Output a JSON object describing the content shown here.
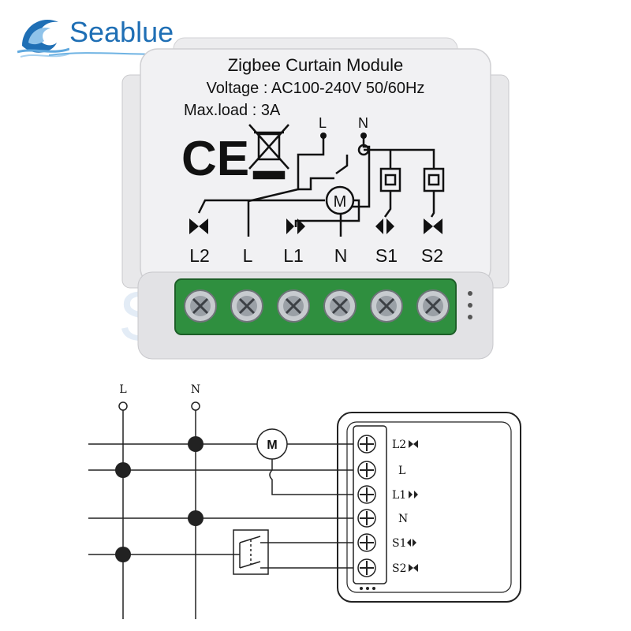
{
  "brand": {
    "name": "Seablue",
    "primary_color": "#1f6fb5",
    "watermark_color": "#e3ecf6"
  },
  "device": {
    "title": "Zigbee Curtain Module",
    "voltage": "Voltage : AC100-240V 50/60Hz",
    "max_load": "Max.load : 3A",
    "ce_mark": "CE",
    "motor_symbol": "M",
    "input_labels": [
      "L",
      "N"
    ],
    "terminals": [
      "L2",
      "L",
      "L1",
      "N",
      "S1",
      "S2"
    ],
    "terminal_block_color": "#2f8f3f"
  },
  "wiring": {
    "lines": [
      "L",
      "N"
    ],
    "motor_symbol": "M",
    "terminals": [
      "L2",
      "L",
      "L1",
      "N",
      "S1",
      "S2"
    ]
  }
}
